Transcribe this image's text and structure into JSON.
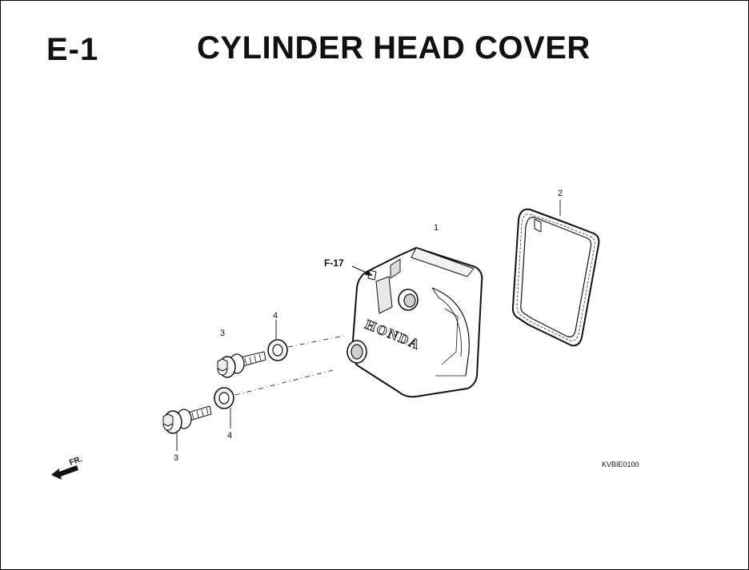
{
  "header": {
    "section": "E-1",
    "title": "CYLINDER HEAD COVER"
  },
  "callouts": {
    "part1": "1",
    "part2": "2",
    "part3_upper": "3",
    "part3_lower": "3",
    "part4_upper": "4",
    "part4_lower": "4",
    "ref": "F-17"
  },
  "cover_logo": "HONDA",
  "front_indicator": "FR.",
  "diagram_code": "KVBIE0100"
}
